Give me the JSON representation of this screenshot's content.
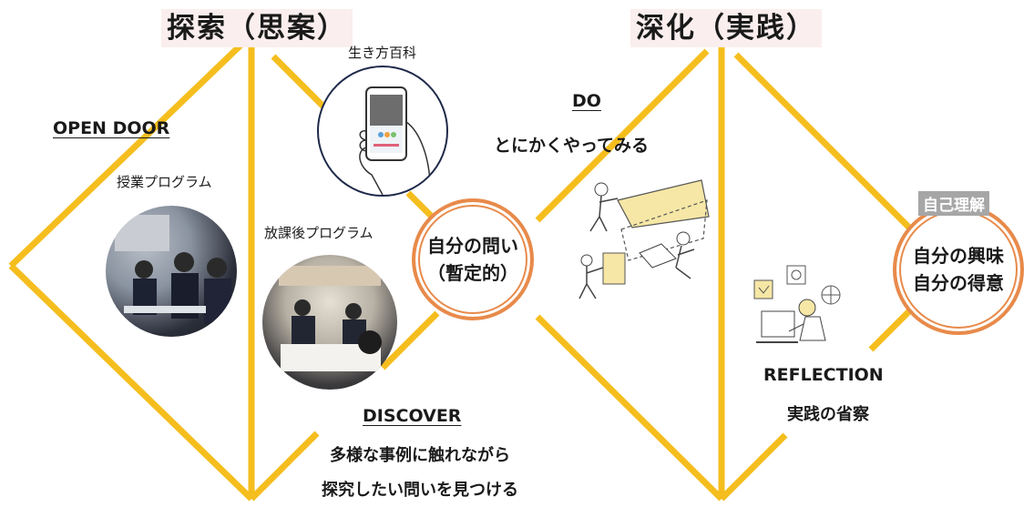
{
  "phases": {
    "explore": "探索（思案）",
    "deepen": "深化（実践）"
  },
  "app": {
    "label": "生き方百科"
  },
  "open_door": {
    "heading": "OPEN DOOR",
    "class_label": "授業プログラム"
  },
  "after_school": {
    "label": "放課後プログラム"
  },
  "discover": {
    "heading": "DISCOVER",
    "line1": "多様な事例に触れながら",
    "line2": "探究したい問いを見つける"
  },
  "question": {
    "line1": "自分の問い",
    "line2": "（暫定的）"
  },
  "do": {
    "heading": "DO",
    "line1": "とにかくやってみる"
  },
  "reflection": {
    "heading": "REFLECTION",
    "line1": "実践の省察"
  },
  "self": {
    "tag": "自己理解",
    "line1": "自分の興味",
    "line2": "自分の得意"
  },
  "colors": {
    "line": "#f5be1e",
    "ring": "#e88a4a",
    "phase_bg": "#fbeeee",
    "tag_bg": "#a6a6a6"
  },
  "icons": [
    "smartphone-icon",
    "people-collaborating-illustration",
    "person-computer-illustration"
  ]
}
